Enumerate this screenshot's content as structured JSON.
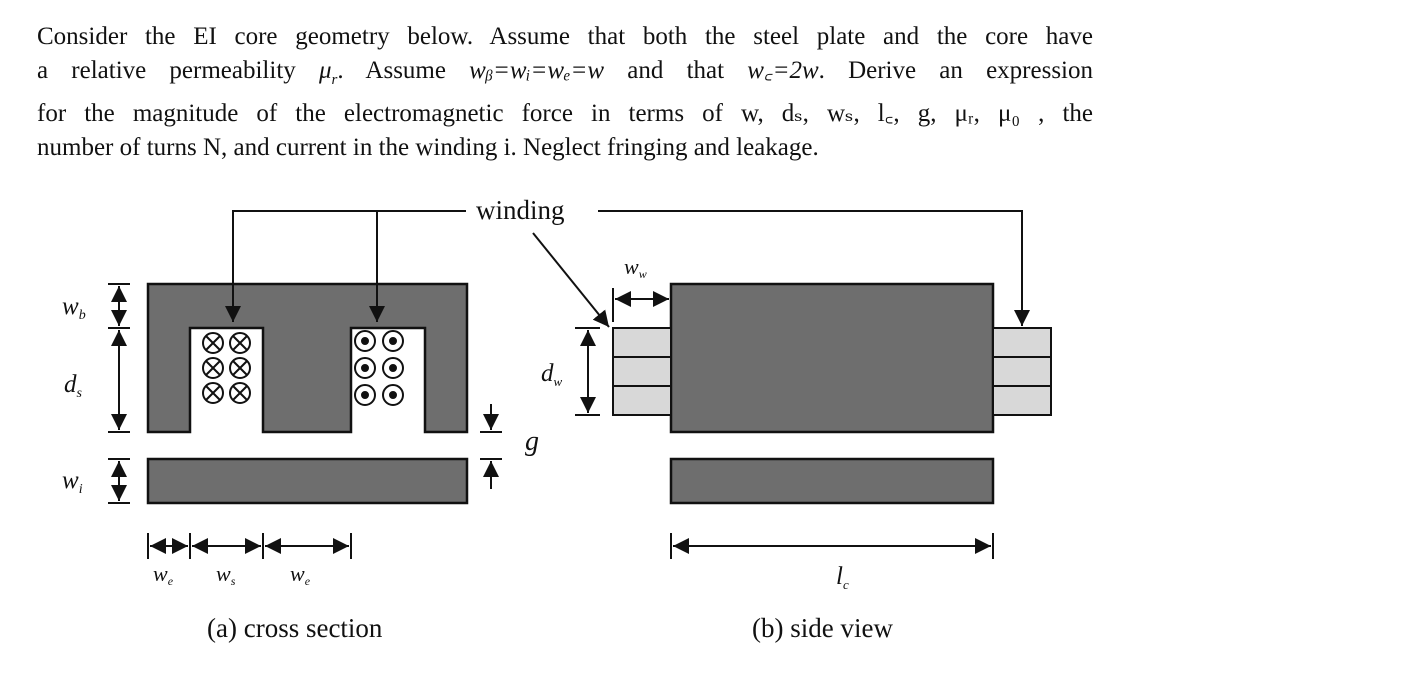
{
  "problem": {
    "line1": "Consider the EI core geometry below. Assume that both the steel plate and the core have",
    "line2_a": "a relative permeability ",
    "line2_mu": "μ",
    "line2_mu_sub": "r",
    "line2_b": ".  Assume ",
    "line2_eq": "wᵦ=wᵢ=wₑ=w",
    "line2_c": " and that ",
    "line2_eq2": "w꜀=2w",
    "line2_d": ". Derive an expression",
    "line3": "for the magnitude of the electromagnetic force in terms of w, dₛ, wₛ, l꜀, g, μᵣ, μ₀ , the",
    "line4": "number of turns N, and current in the winding i. Neglect fringing and leakage."
  },
  "figure": {
    "winding_label": "winding",
    "labels": {
      "wb": "w",
      "wb_sub": "b",
      "ds": "d",
      "ds_sub": "s",
      "wi": "w",
      "wi_sub": "i",
      "g": "g",
      "ww": "w",
      "ww_sub": "w",
      "dw": "d",
      "dw_sub": "w",
      "we1": "w",
      "we1_sub": "e",
      "ws": "w",
      "ws_sub": "s",
      "we2": "w",
      "we2_sub": "e",
      "lc": "l",
      "lc_sub": "c"
    },
    "caption_a": "(a) cross section",
    "caption_b": "(b) side view",
    "colors": {
      "core_fill": "#6e6e6e",
      "winding_fill": "#d8d8d8",
      "stroke": "#111111"
    }
  }
}
